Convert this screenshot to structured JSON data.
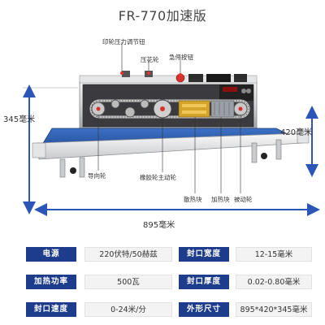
{
  "title": "FR-770加速版",
  "annotations": {
    "print_pressure": "印轮压力调节钮",
    "emboss_wheel": "压花轮",
    "emergency_stop": "急停按钮",
    "guide_wheel": "导向轮",
    "rubber_drive_wheel": "橡胶轮主动轮",
    "heat_sink": "散热块",
    "heating_block": "加热块",
    "driven_wheel": "被动轮"
  },
  "dimensions": {
    "height": "345毫米",
    "depth": "420毫米",
    "length": "895毫米"
  },
  "specs": [
    [
      {
        "key": "电源",
        "value": "220伏特/50赫兹"
      },
      {
        "key": "封口宽度",
        "value": "12-15毫米"
      }
    ],
    [
      {
        "key": "加热功率",
        "value": "500瓦"
      },
      {
        "key": "封口厚度",
        "value": "0.02-0.80毫米"
      }
    ],
    [
      {
        "key": "封口速度",
        "value": "0-24米/分"
      },
      {
        "key": "外形尺寸",
        "value": "895*420*345毫米"
      }
    ]
  ],
  "colors": {
    "accent": "#1d3d8c",
    "arrow": "#2b56b8",
    "belt": "#2a5aa6",
    "callout": "#e8322f"
  }
}
